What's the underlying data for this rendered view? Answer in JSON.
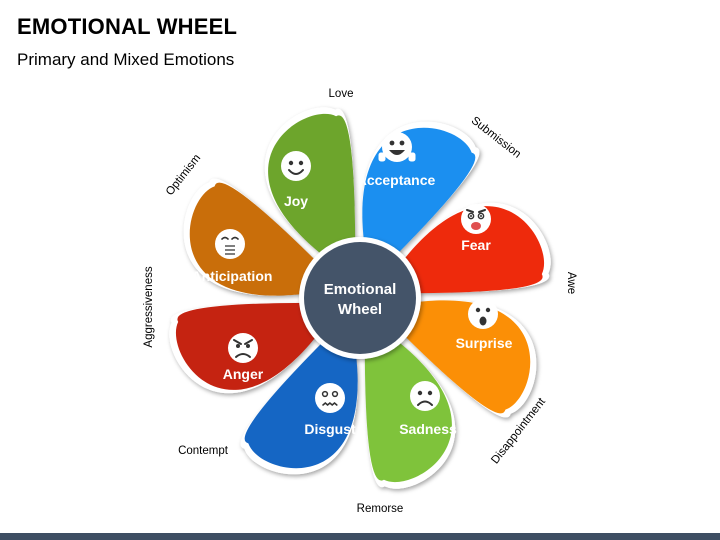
{
  "header": {
    "title": "EMOTIONAL WHEEL",
    "subtitle": "Primary and Mixed Emotions"
  },
  "center": {
    "line1": "Emotional",
    "line2": "Wheel",
    "color": "#445469"
  },
  "petals": [
    {
      "label": "Acceptance",
      "color": "#1b8ff0",
      "icon": "laughing-face-icon"
    },
    {
      "label": "Fear",
      "color": "#ee2a0c",
      "icon": "scared-face-icon"
    },
    {
      "label": "Surprise",
      "color": "#fb8f06",
      "icon": "surprised-face-icon"
    },
    {
      "label": "Sadness",
      "color": "#7fc33b",
      "icon": "sad-face-icon"
    },
    {
      "label": "Disgust",
      "color": "#1566c4",
      "icon": "disgusted-face-icon"
    },
    {
      "label": "Anger",
      "color": "#c52311",
      "icon": "angry-face-icon"
    },
    {
      "label": "Anticipation",
      "color": "#c96e0a",
      "icon": "anticipating-face-icon"
    },
    {
      "label": "Joy",
      "color": "#6da52c",
      "icon": "smiling-face-icon"
    }
  ],
  "mixed_emotions": [
    {
      "label": "Love"
    },
    {
      "label": "Submission"
    },
    {
      "label": "Awe"
    },
    {
      "label": "Disappointment"
    },
    {
      "label": "Remorse"
    },
    {
      "label": "Contempt"
    },
    {
      "label": "Aggressiveness"
    },
    {
      "label": "Optimism"
    }
  ]
}
